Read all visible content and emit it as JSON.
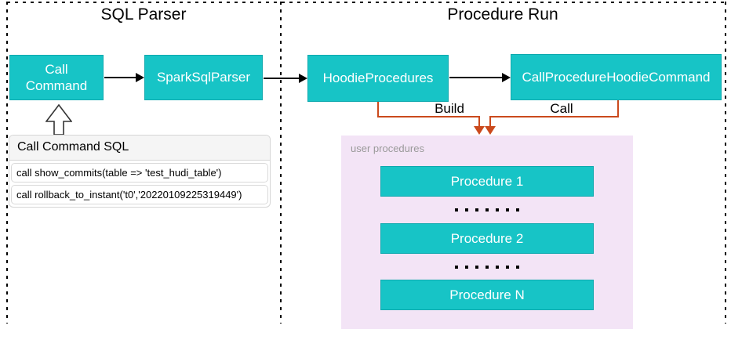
{
  "sections": {
    "left_title": "SQL Parser",
    "right_title": "Procedure Run"
  },
  "nodes": {
    "call_command": "Call Command",
    "spark_sql_parser": "SparkSqlParser",
    "hoodie_procedures": "HoodieProcedures",
    "call_procedure_hoodie_command": "CallProcedureHoodieCommand"
  },
  "edges": {
    "build_label": "Build",
    "call_label": "Call"
  },
  "sql_card": {
    "header": "Call Command SQL",
    "rows": [
      "call show_commits(table => 'test_hudi_table')",
      "call rollback_to_instant('t0','20220109225319449')"
    ]
  },
  "user_procedures": {
    "label": "user procedures",
    "items": [
      "Procedure 1",
      "Procedure 2",
      "Procedure N"
    ]
  },
  "colors": {
    "node_fill": "#17c4c6",
    "node_border": "#0fa9ae",
    "connector_orange": "#cb4a1d",
    "panel_pink": "#f3e4f6"
  }
}
